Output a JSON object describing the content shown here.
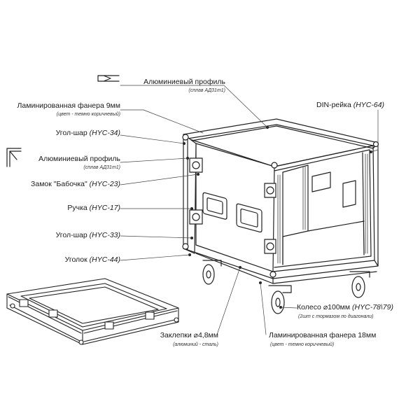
{
  "labels": {
    "al_profile_top": "Алюминиевый профиль",
    "al_profile_top_sub": "(сплав АД31т1)",
    "plywood_9": "Ламинированная фанера 9мм",
    "plywood_9_sub": "(цвет - темно коричневый)",
    "ball_corner_34": "Угол-шар",
    "ball_corner_34_code": "(HYC-34)",
    "al_profile_side": "Алюминиевый профиль",
    "al_profile_side_sub": "(сплав АД31т1)",
    "butterfly_lock": "Замок \"Бабочка\"",
    "butterfly_lock_code": "(HYC-23)",
    "handle": "Ручка",
    "handle_code": "(HYC-17)",
    "ball_corner_33": "Угол-шар",
    "ball_corner_33_code": "(HYC-33)",
    "corner_44": "Уголок",
    "corner_44_code": "(HYC-44)",
    "rivets": "Заклепки ⌀4,8мм",
    "rivets_sub": "(алюминий - сталь)",
    "din_rail": "DIN-рейка",
    "din_rail_code": "(HYC-64)",
    "wheel": "Колесо ⌀100мм",
    "wheel_code": "(HYC-78\\79)",
    "wheel_sub": "(2шт с тормазом по диагонали)",
    "plywood_18": "Ламинированная фанера 18мм",
    "plywood_18_sub": "(цвет - темно коричневый)"
  }
}
